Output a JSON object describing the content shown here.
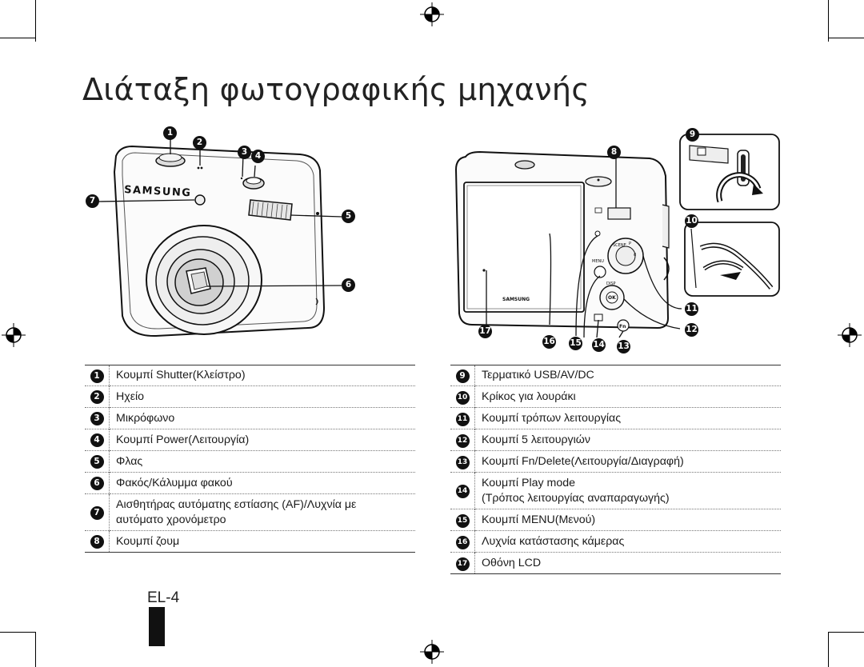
{
  "page": {
    "title": "Διάταξη φωτογραφικής μηχανής",
    "page_number": "EL-4"
  },
  "figure": {
    "brand": "SAMSUNG",
    "front_callouts": [
      "1",
      "2",
      "3",
      "4",
      "5",
      "6",
      "7"
    ],
    "back_callouts": [
      "8",
      "9",
      "10",
      "11",
      "12",
      "13",
      "14",
      "15",
      "16",
      "17"
    ],
    "button_labels": {
      "disp": "DISP",
      "ok": "OK",
      "fn": "Fn",
      "menu": "MENU"
    }
  },
  "legend_left": [
    {
      "num": "1",
      "text": "Κουμπί Shutter(Κλείστρο)"
    },
    {
      "num": "2",
      "text": "Ηχείο"
    },
    {
      "num": "3",
      "text": "Μικρόφωνο"
    },
    {
      "num": "4",
      "text": "Κουμπί Power(Λειτουργία)"
    },
    {
      "num": "5",
      "text": "Φλας"
    },
    {
      "num": "6",
      "text": "Φακός/Κάλυμμα φακού"
    },
    {
      "num": "7",
      "text": "Αισθητήρας αυτόματης εστίασης (AF)/Λυχνία με",
      "text2": "αυτόματο χρονόμετρο"
    },
    {
      "num": "8",
      "text": "Κουμπί ζουμ"
    }
  ],
  "legend_right": [
    {
      "num": "9",
      "text": "Τερματικό USB/AV/DC"
    },
    {
      "num": "10",
      "text": "Κρίκος για λουράκι"
    },
    {
      "num": "11",
      "text": "Κουμπί τρόπων λειτουργίας"
    },
    {
      "num": "12",
      "text": "Κουμπί 5 λειτουργιών"
    },
    {
      "num": "13",
      "text": "Κουμπί Fn/Delete(Λειτουργία/Διαγραφή)"
    },
    {
      "num": "14",
      "text": "Κουμπί Play mode",
      "text2": "(Τρόπος λειτουργίας αναπαραγωγής)"
    },
    {
      "num": "15",
      "text": "Κουμπί MENU(Μενού)"
    },
    {
      "num": "16",
      "text": "Λυχνία κατάστασης κάμερας"
    },
    {
      "num": "17",
      "text": "Οθόνη LCD"
    }
  ]
}
